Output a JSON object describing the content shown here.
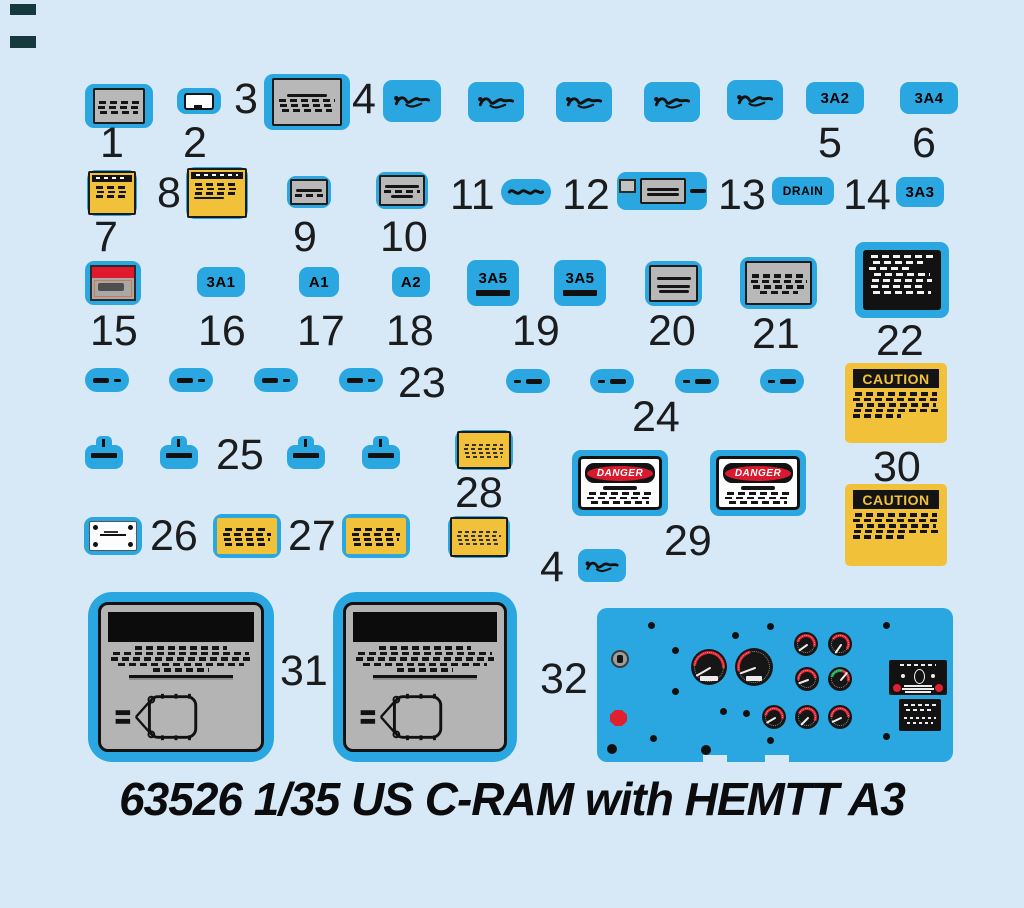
{
  "sheet": {
    "title": "63526 1/35 US C-RAM with HEMTT A3",
    "background_color": "#d7e9f7",
    "decal_color": "#2aa7e0",
    "caution_yellow": "#f2c13a",
    "danger_red": "#d8192e"
  },
  "labels": {
    "code5": "3A2",
    "code6": "3A4",
    "code14": "3A3",
    "code16": "3A1",
    "code17": "A1",
    "code18": "A2",
    "code19": "3A5",
    "drain": "DRAIN",
    "caution": "CAUTION",
    "danger": "DANGER"
  },
  "numbers": {
    "n1": "1",
    "n2": "2",
    "n3": "3",
    "n4": "4",
    "n5": "5",
    "n6": "6",
    "n7": "7",
    "n8": "8",
    "n9": "9",
    "n10": "10",
    "n11": "11",
    "n12": "12",
    "n13": "13",
    "n14": "14",
    "n15": "15",
    "n16": "16",
    "n17": "17",
    "n18": "18",
    "n19": "19",
    "n20": "20",
    "n21": "21",
    "n22": "22",
    "n23": "23",
    "n24": "24",
    "n25": "25",
    "n26": "26",
    "n27": "27",
    "n28": "28",
    "n29": "29",
    "n30": "30",
    "n31": "31",
    "n32": "32"
  }
}
